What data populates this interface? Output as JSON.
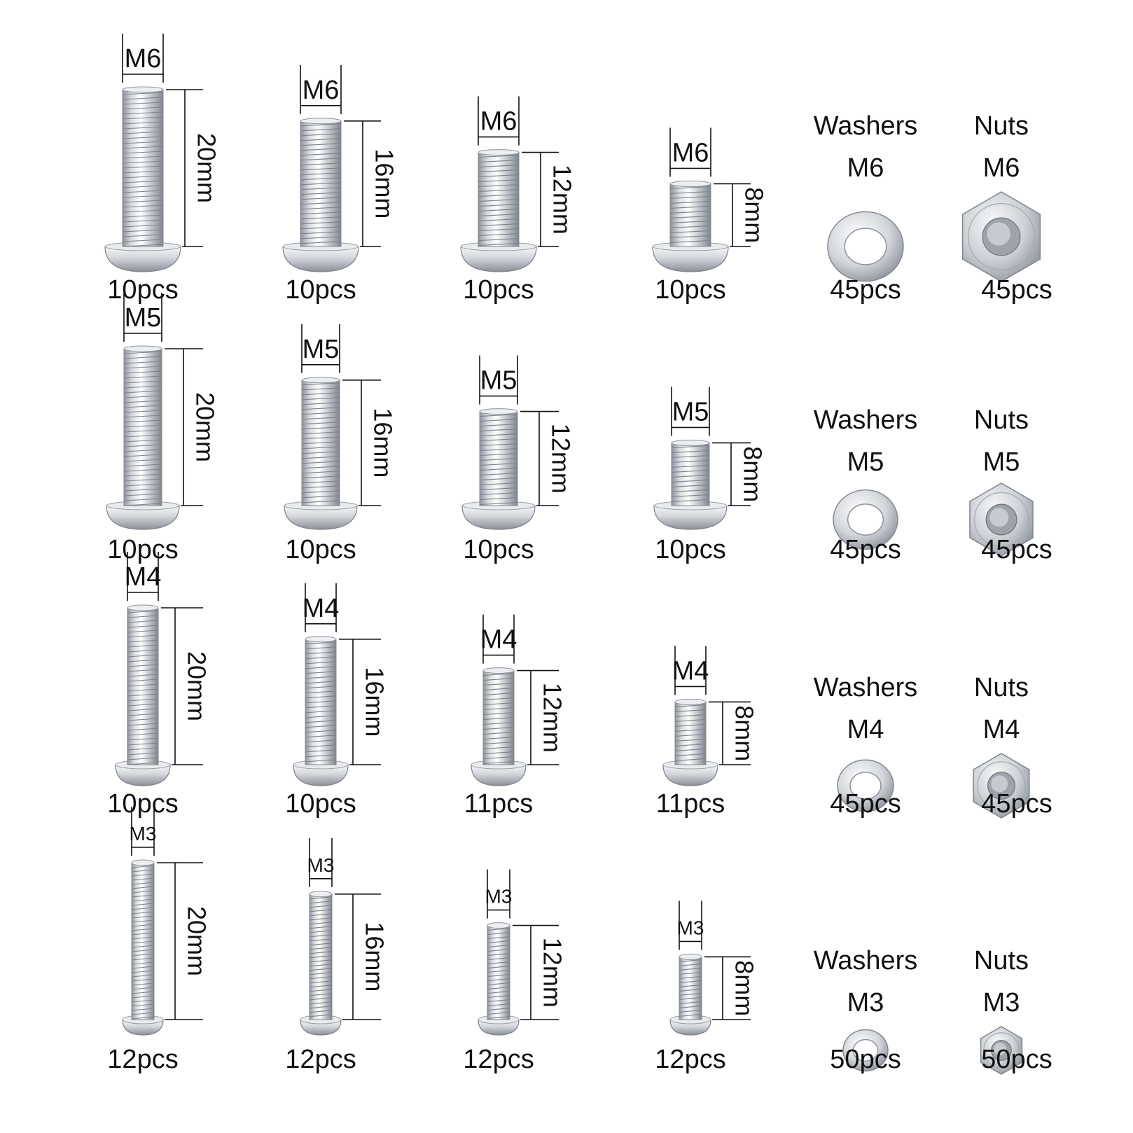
{
  "colors": {
    "background": "#ffffff",
    "metal_light": "#f4f5f7",
    "metal_mid": "#c9ccd2",
    "metal_dark": "#8e939b",
    "ink": "#111111"
  },
  "rows": [
    {
      "size": "M6",
      "bolts": [
        {
          "size": "M6",
          "length": "20mm",
          "qty": "10pcs",
          "length_value": 20
        },
        {
          "size": "M6",
          "length": "16mm",
          "qty": "10pcs",
          "length_value": 16
        },
        {
          "size": "M6",
          "length": "12mm",
          "qty": "10pcs",
          "length_value": 12
        },
        {
          "size": "M6",
          "length": "8mm",
          "qty": "10pcs",
          "length_value": 8
        }
      ],
      "washer": {
        "title": "Washers",
        "size": "M6",
        "qty": "45pcs"
      },
      "nut": {
        "title": "Nuts",
        "size": "M6",
        "qty": "45pcs"
      }
    },
    {
      "size": "M5",
      "bolts": [
        {
          "size": "M5",
          "length": "20mm",
          "qty": "10pcs",
          "length_value": 20
        },
        {
          "size": "M5",
          "length": "16mm",
          "qty": "10pcs",
          "length_value": 16
        },
        {
          "size": "M5",
          "length": "12mm",
          "qty": "10pcs",
          "length_value": 12
        },
        {
          "size": "M5",
          "length": "8mm",
          "qty": "10pcs",
          "length_value": 8
        }
      ],
      "washer": {
        "title": "Washers",
        "size": "M5",
        "qty": "45pcs"
      },
      "nut": {
        "title": "Nuts",
        "size": "M5",
        "qty": "45pcs"
      }
    },
    {
      "size": "M4",
      "bolts": [
        {
          "size": "M4",
          "length": "20mm",
          "qty": "10pcs",
          "length_value": 20
        },
        {
          "size": "M4",
          "length": "16mm",
          "qty": "10pcs",
          "length_value": 16
        },
        {
          "size": "M4",
          "length": "12mm",
          "qty": "11pcs",
          "length_value": 12
        },
        {
          "size": "M4",
          "length": "8mm",
          "qty": "11pcs",
          "length_value": 8
        }
      ],
      "washer": {
        "title": "Washers",
        "size": "M4",
        "qty": "45pcs"
      },
      "nut": {
        "title": "Nuts",
        "size": "M4",
        "qty": "45pcs"
      }
    },
    {
      "size": "M3",
      "bolts": [
        {
          "size": "M3",
          "length": "20mm",
          "qty": "12pcs",
          "length_value": 20
        },
        {
          "size": "M3",
          "length": "16mm",
          "qty": "12pcs",
          "length_value": 16
        },
        {
          "size": "M3",
          "length": "12mm",
          "qty": "12pcs",
          "length_value": 12
        },
        {
          "size": "M3",
          "length": "8mm",
          "qty": "12pcs",
          "length_value": 8
        }
      ],
      "washer": {
        "title": "Washers",
        "size": "M3",
        "qty": "50pcs"
      },
      "nut": {
        "title": "Nuts",
        "size": "M3",
        "qty": "50pcs"
      }
    }
  ]
}
